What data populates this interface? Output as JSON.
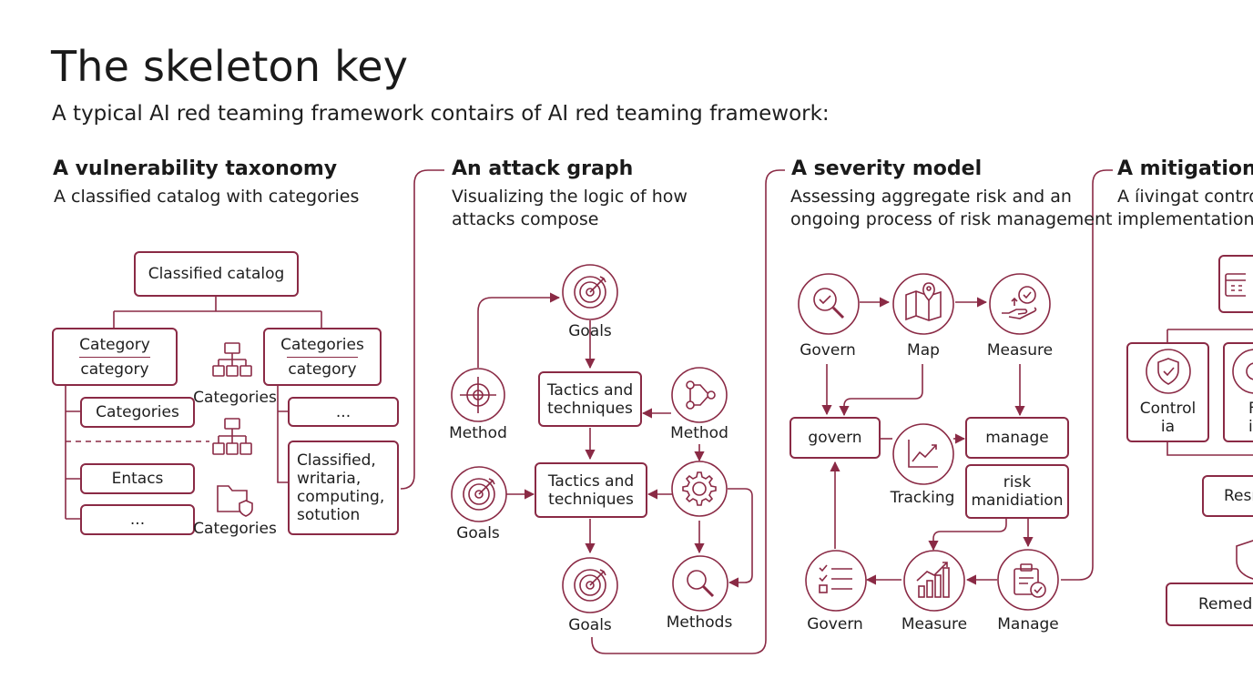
{
  "accent": "#8a2a45",
  "title": "The skeleton key",
  "subtitle": "A typical AI red teaming framework contairs of AI red teaming framework:",
  "sections": [
    {
      "heading": "A vulnerability taxonomy",
      "description": [
        "A classified catalog with categories"
      ],
      "nodes": {
        "root": "Classified catalog",
        "left_group_top": "Category",
        "left_group_bottom": "category",
        "right_group_top": "Categories",
        "right_group_bottom": "category",
        "left_items": [
          "Categories",
          "Entacs",
          "..."
        ],
        "right_items": [
          "...",
          "Classified,\nwritaria,\ncomputing,\nsotution"
        ],
        "icon_labels": [
          "Categories",
          "Categories"
        ]
      }
    },
    {
      "heading": "An attack graph",
      "description": [
        "Visualizing the logic of how",
        "attacks compose"
      ],
      "nodes": {
        "goals_top": "Goals",
        "tactics_1": "Tactics and\ntechniques",
        "method_left": "Method",
        "method_right": "Method",
        "tactics_2": "Tactics and\ntechniques",
        "goals_left": "Goals",
        "goals_bottom": "Goals",
        "methods_bottom": "Methods"
      }
    },
    {
      "heading": "A severity model",
      "description": [
        "Assessing aggregate risk and an",
        "ongoing process of risk management"
      ],
      "nodes": {
        "govern_top": "Govern",
        "map": "Map",
        "measure_top": "Measure",
        "govern_box": "govern",
        "manage_box": "manage",
        "tracking": "Tracking",
        "risk_box": "risk\nmanidiation",
        "govern_bottom": "Govern",
        "measure_bottom": "Measure",
        "manage_bottom": "Manage"
      }
    },
    {
      "heading": "A mitigation la",
      "description": [
        "A íivingat contro",
        "implementation"
      ],
      "nodes": {
        "control": "Control\nia",
        "fu": "Fu\nimp",
        "resr": "Resr",
        "remedi": "Remedi"
      }
    }
  ]
}
